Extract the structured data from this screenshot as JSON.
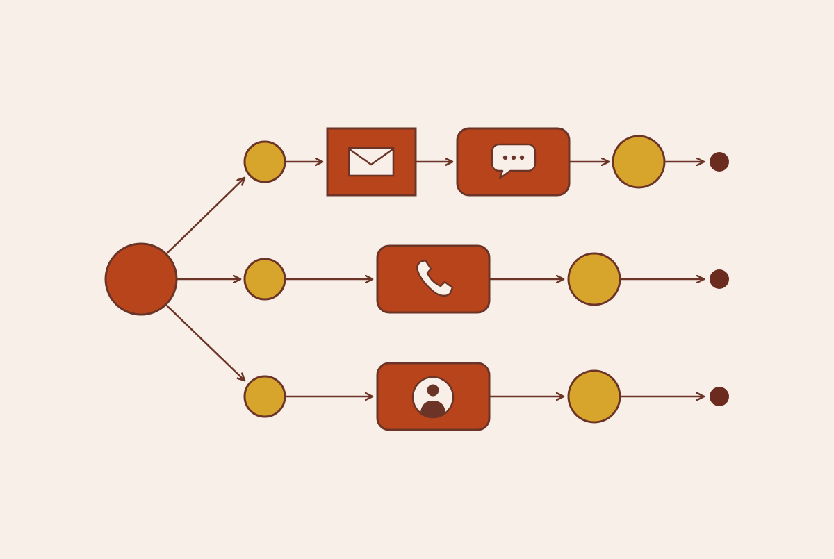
{
  "diagram": {
    "type": "flow",
    "colors": {
      "background": "#f7efe8",
      "stroke": "#6b3426",
      "node_primary": "#b8441c",
      "node_secondary": "#d8a52c",
      "icon_fill": "#f7efe8",
      "terminal": "#6b2b1e"
    },
    "source": {
      "shape": "circle",
      "role": "start"
    },
    "branches": [
      {
        "id": "email-branch",
        "steps": [
          {
            "shape": "circle",
            "role": "entry"
          },
          {
            "shape": "square",
            "icon": "envelope-icon"
          },
          {
            "shape": "rounded-rect",
            "icon": "chat-bubble-icon"
          },
          {
            "shape": "circle",
            "role": "exit"
          },
          {
            "shape": "dot",
            "role": "end"
          }
        ]
      },
      {
        "id": "phone-branch",
        "steps": [
          {
            "shape": "circle",
            "role": "entry"
          },
          {
            "shape": "rounded-rect",
            "icon": "phone-icon"
          },
          {
            "shape": "circle",
            "role": "exit"
          },
          {
            "shape": "dot",
            "role": "end"
          }
        ]
      },
      {
        "id": "contact-branch",
        "steps": [
          {
            "shape": "circle",
            "role": "entry"
          },
          {
            "shape": "rounded-rect",
            "icon": "user-avatar-icon"
          },
          {
            "shape": "circle",
            "role": "exit"
          },
          {
            "shape": "dot",
            "role": "end"
          }
        ]
      }
    ]
  }
}
